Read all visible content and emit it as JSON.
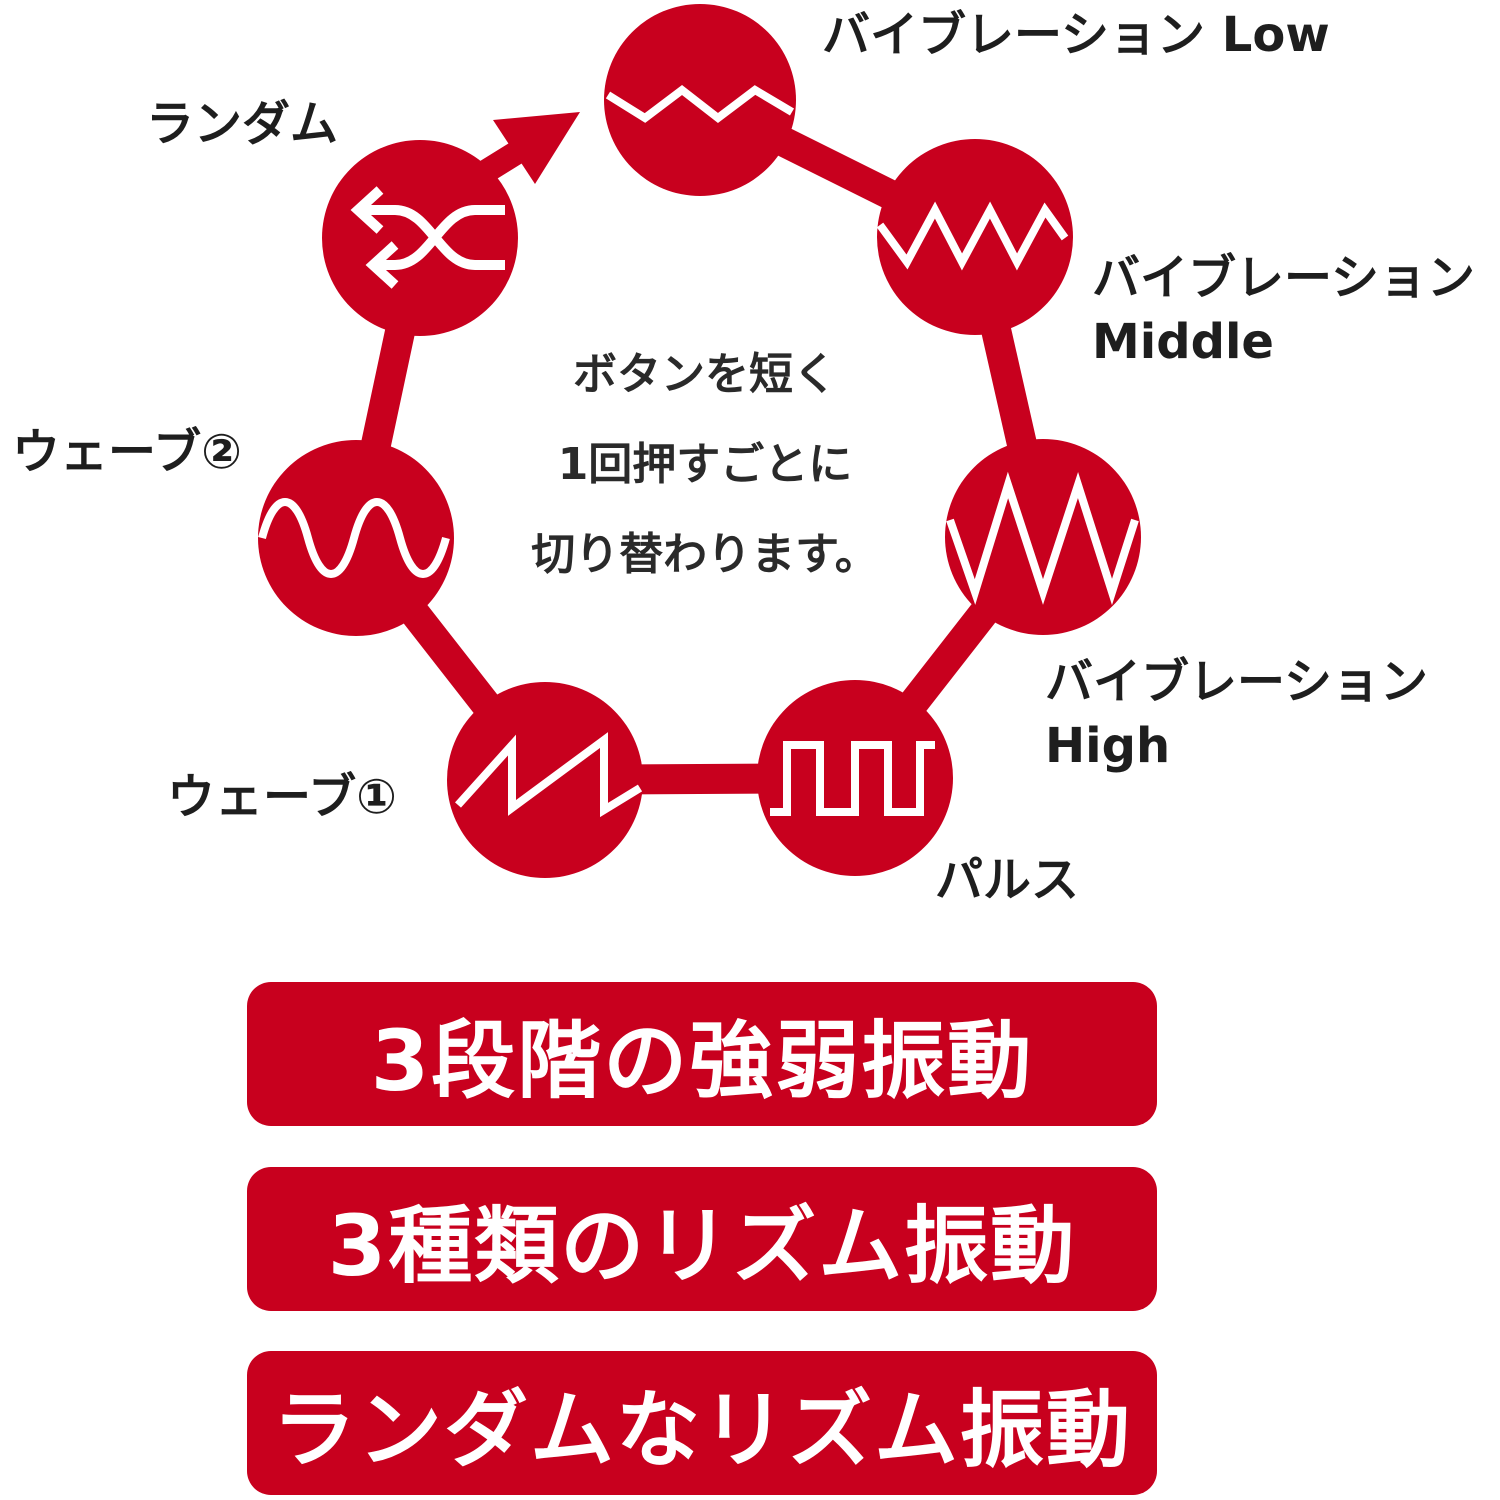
{
  "colors": {
    "accent": "#c8001e",
    "icon_stroke": "#ffffff",
    "text": "#1e1e1e"
  },
  "instruction_lines": [
    "ボタンを短く",
    "1回押すごとに",
    "切り替わります。"
  ],
  "modes": [
    {
      "id": "vib-low",
      "label": "バイブレーション Low",
      "sub": "",
      "icon": "zigzag-low-icon"
    },
    {
      "id": "vib-middle",
      "label": "バイブレーション",
      "sub": "Middle",
      "icon": "zigzag-middle-icon"
    },
    {
      "id": "vib-high",
      "label": "バイブレーション",
      "sub": "High",
      "icon": "zigzag-high-icon"
    },
    {
      "id": "pulse",
      "label": "パルス",
      "sub": "",
      "icon": "square-wave-icon"
    },
    {
      "id": "wave1",
      "label": "ウェーブ①",
      "sub": "",
      "icon": "sawtooth-wave-icon"
    },
    {
      "id": "wave2",
      "label": "ウェーブ②",
      "sub": "",
      "icon": "sine-wave-icon"
    },
    {
      "id": "random",
      "label": "ランダム",
      "sub": "",
      "icon": "shuffle-icon"
    }
  ],
  "features": [
    "3段階の強弱振動",
    "3種類のリズム振動",
    "ランダムなリズム振動"
  ]
}
